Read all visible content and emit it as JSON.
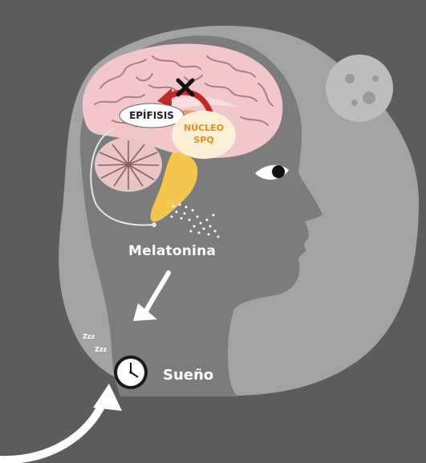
{
  "labels": {
    "epifisis": "EPÍFISIS",
    "nucleo_line1": "NÚCLEO",
    "nucleo_line2": "SPQ",
    "melatonina": "Melatonina",
    "sueno": "Sueño",
    "zzz_large": "Zzz",
    "zzz_small": "Zzz"
  },
  "colors": {
    "background": "#5c5c5c",
    "blob": "#a3a3a3",
    "head": "#7c7c7c",
    "brain": "#f1c7cc",
    "brain_folds": "#b07a84",
    "spinal_cord": "#f4c64e",
    "nucleus_text": "#e0901e",
    "arrow_red": "#c0282a",
    "white": "#ffffff"
  },
  "icons": [
    "moon-icon",
    "eye-icon",
    "clock-icon",
    "curved-arrow-icon",
    "down-arrow-icon",
    "cross-mark-icon"
  ]
}
